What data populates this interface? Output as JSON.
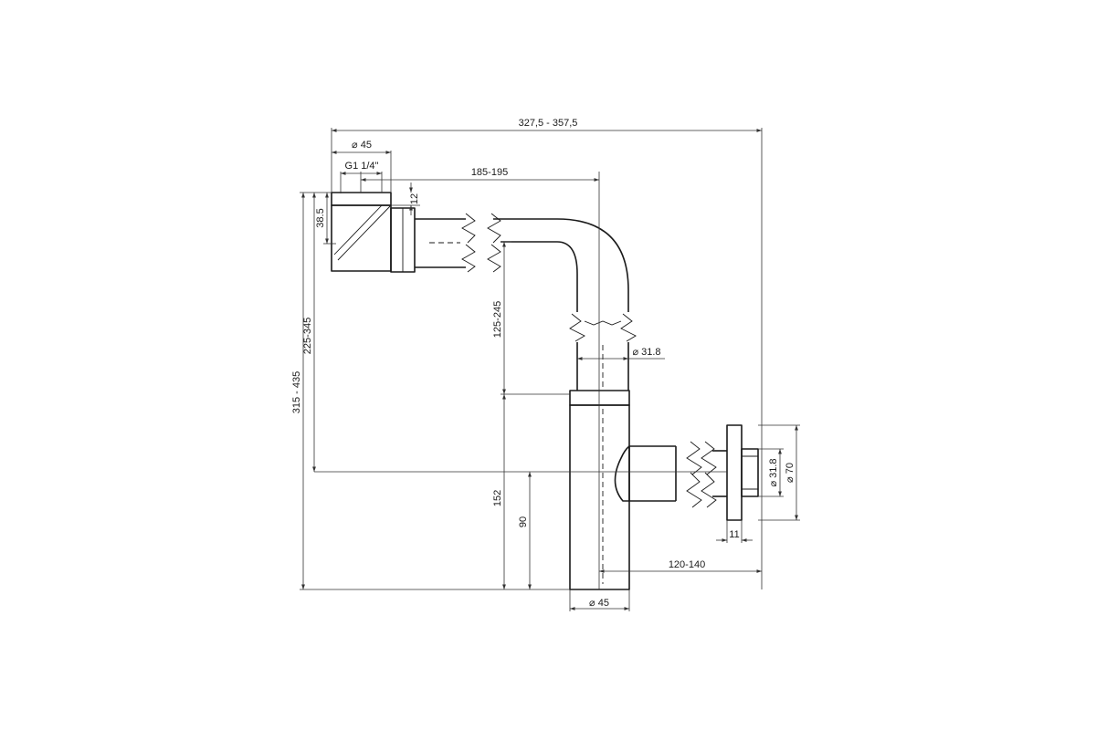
{
  "dimensions": {
    "overall_width": "327,5 - 357,5",
    "inlet_diameter": "⌀ 45",
    "thread": "G1 1/4\"",
    "horizontal_reach": "185-195",
    "cap_height": "12",
    "inlet_height": "38.5",
    "height_range_outer": "315 - 435",
    "height_range_inner": "225-345",
    "vertical_adjust": "125-245",
    "vertical_pipe_diameter": "⌀ 31.8",
    "outlet_height": "152",
    "outlet_center": "90",
    "trap_diameter": "⌀ 45",
    "outlet_reach": "120-140",
    "outlet_pipe_diameter": "⌀ 31.8",
    "flange_diameter": "⌀ 70",
    "flange_thickness": "11"
  }
}
